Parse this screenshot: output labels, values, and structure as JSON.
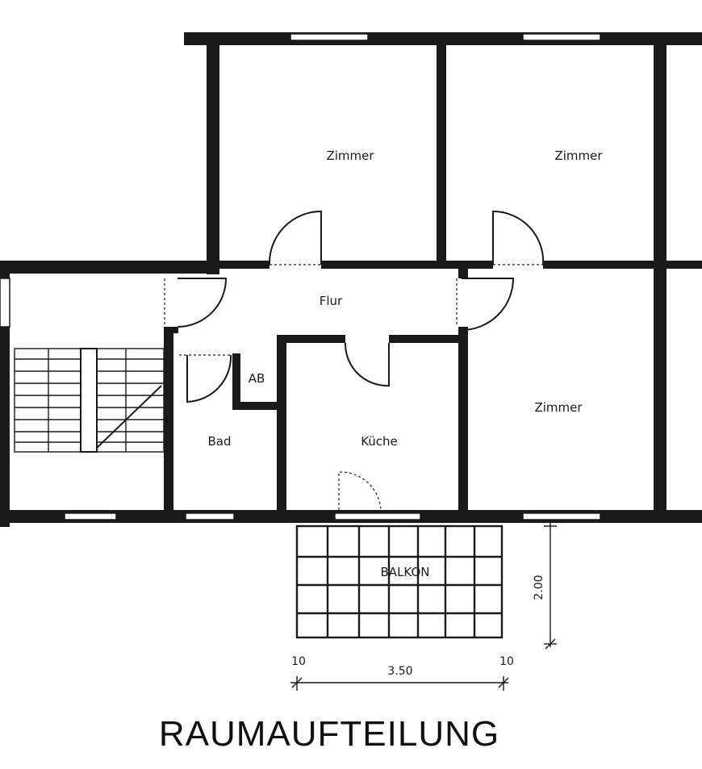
{
  "rooms": {
    "zimmer_top_left": "Zimmer",
    "zimmer_top_right": "Zimmer",
    "flur": "Flur",
    "ab": "AB",
    "bad": "Bad",
    "kueche": "Küche",
    "zimmer_right": "Zimmer",
    "balkon": "BALKON"
  },
  "dimensions": {
    "balkon_depth": "2.00",
    "balkon_width": "3.50",
    "margin_left": "10",
    "margin_right": "10"
  },
  "caption": "RAUMAUFTEILUNG"
}
